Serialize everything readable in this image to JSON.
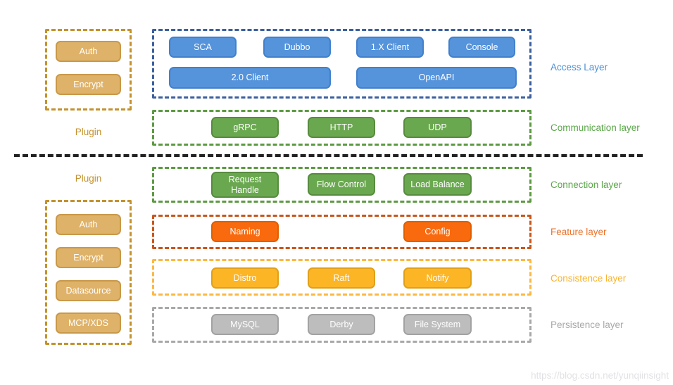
{
  "colors": {
    "gold_border": "#c3922e",
    "gold_fill": "#dfb269",
    "blue_border": "#3a5f9e",
    "blue_fill": "#5593db",
    "blue_label": "#4a90d8",
    "green_border": "#5c9a41",
    "green_fill": "#6aa84f",
    "orange_border": "#c8551b",
    "orange_fill": "#f9690e",
    "amber_border": "#fbb843",
    "amber_fill": "#fcb525",
    "gray_border": "#a8a8a8",
    "gray_fill": "#bdbdbd",
    "divider": "#222222"
  },
  "plugin_top": {
    "label": "Plugin",
    "items": [
      "Auth",
      "Encrypt"
    ]
  },
  "plugin_bottom": {
    "label": "Plugin",
    "items": [
      "Auth",
      "Encrypt",
      "Datasource",
      "MCP/XDS"
    ]
  },
  "access_layer": {
    "label": "Access Layer",
    "row1": [
      "SCA",
      "Dubbo",
      "1.X Client",
      "Console"
    ],
    "row2": [
      "2.0 Client",
      "OpenAPI"
    ]
  },
  "communication_layer": {
    "label": "Communication layer",
    "buttons": [
      "gRPC",
      "HTTP",
      "UDP"
    ]
  },
  "connection_layer": {
    "label": "Connection layer",
    "buttons": [
      "Request Handle",
      "Flow Control",
      "Load Balance"
    ]
  },
  "feature_layer": {
    "label": "Feature layer",
    "buttons": [
      "Naming",
      "Config"
    ]
  },
  "consistence_layer": {
    "label": "Consistence layer",
    "buttons": [
      "Distro",
      "Raft",
      "Notify"
    ]
  },
  "persistence_layer": {
    "label": "Persistence layer",
    "buttons": [
      "MySQL",
      "Derby",
      "File System"
    ]
  },
  "watermark": "https://blog.csdn.net/yunqiinsight"
}
